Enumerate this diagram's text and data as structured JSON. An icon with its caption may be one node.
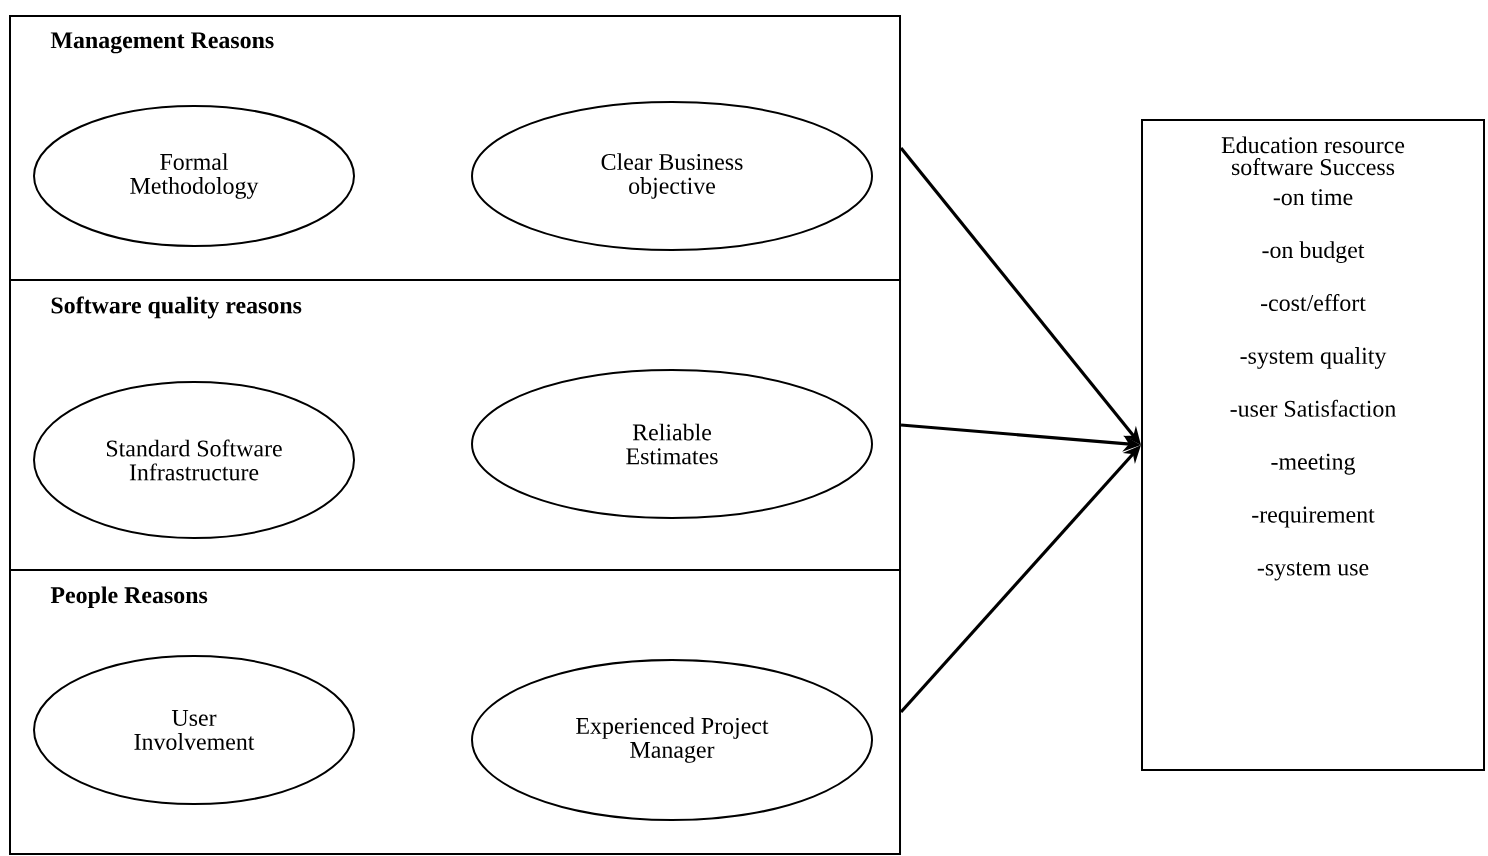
{
  "diagram": {
    "nodes": [
      {
        "text": [
          "Management Reasons"
        ]
      },
      {
        "text": [
          "Formal Methodology"
        ],
        "in": 0
      },
      {
        "text": [
          "Clear Business objective"
        ],
        "in": 0
      },
      {
        "text": [
          "Software quality reasons"
        ]
      },
      {
        "text": [
          "Standard Software Infrastructure"
        ],
        "in": 3
      },
      {
        "text": [
          "Reliable Estimates"
        ],
        "in": 3
      },
      {
        "text": [
          "People Reasons"
        ]
      },
      {
        "text": [
          "User Involvement"
        ],
        "in": 6
      },
      {
        "text": [
          "Experienced Project Manager"
        ],
        "in": 6
      },
      {
        "text": [
          "Education resource software Success",
          "-on time",
          "-on budget",
          "-cost/effort",
          "-system quality",
          "-user Satisfaction",
          "-meeting",
          "-requirement",
          "-system use"
        ]
      }
    ],
    "edges": [
      {
        "from": 0,
        "to": 9,
        "arrow": "to"
      },
      {
        "from": 3,
        "to": 9,
        "arrow": "to"
      },
      {
        "from": 6,
        "to": 9,
        "arrow": "to"
      }
    ]
  }
}
